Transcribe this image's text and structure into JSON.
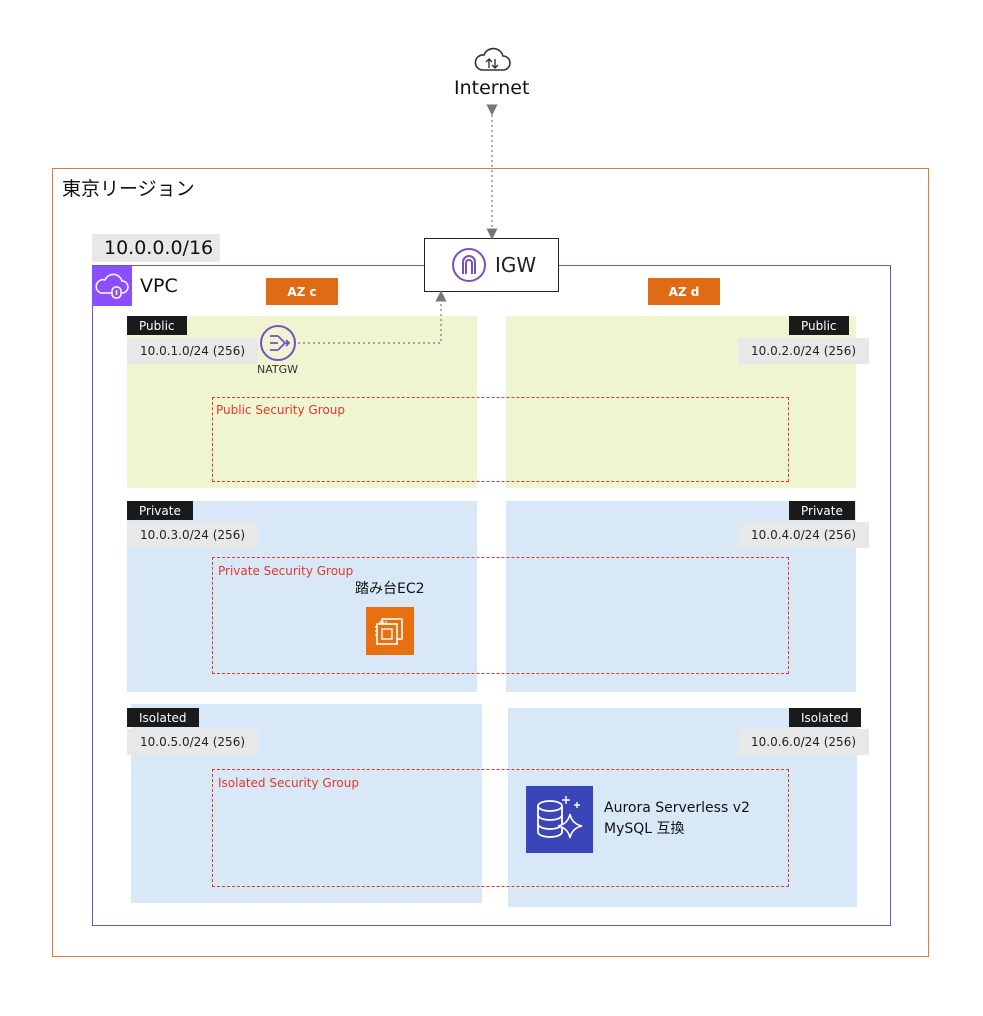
{
  "internet": {
    "label": "Internet",
    "icon": "cloud-icon"
  },
  "region": {
    "label": "東京リージョン",
    "color": "#e07b39"
  },
  "vpc": {
    "cidr": "10.0.0.0/16",
    "label": "VPC",
    "color": "#7b4fc4"
  },
  "igw": {
    "label": "IGW",
    "icon": "internet-gateway-icon"
  },
  "azs": [
    {
      "label": "AZ c"
    },
    {
      "label": "AZ d"
    }
  ],
  "subnets": {
    "public_c": {
      "type": "Public",
      "cidr": "10.0.1.0/24 (256)"
    },
    "public_d": {
      "type": "Public",
      "cidr": "10.0.2.0/24 (256)"
    },
    "private_c": {
      "type": "Private",
      "cidr": "10.0.3.0/24 (256)"
    },
    "private_d": {
      "type": "Private",
      "cidr": "10.0.4.0/24 (256)"
    },
    "isolated_c": {
      "type": "Isolated",
      "cidr": "10.0.5.0/24 (256)"
    },
    "isolated_d": {
      "type": "Isolated",
      "cidr": "10.0.6.0/24 (256)"
    }
  },
  "security_groups": {
    "public": "Public Security Group",
    "private": "Private Security Group",
    "isolated": "Isolated Security Group"
  },
  "natgw": {
    "label": "NATGW",
    "icon": "nat-gateway-icon"
  },
  "ec2": {
    "label": "踏み台EC2",
    "icon": "ec2-instance-icon"
  },
  "aurora": {
    "line1": "Aurora Serverless v2",
    "line2": "MySQL 互換",
    "icon": "aurora-icon"
  },
  "colors": {
    "az": "#e06b17",
    "public": "#eef5d0",
    "private": "#d8e8f7",
    "sg": "#e0392b"
  }
}
